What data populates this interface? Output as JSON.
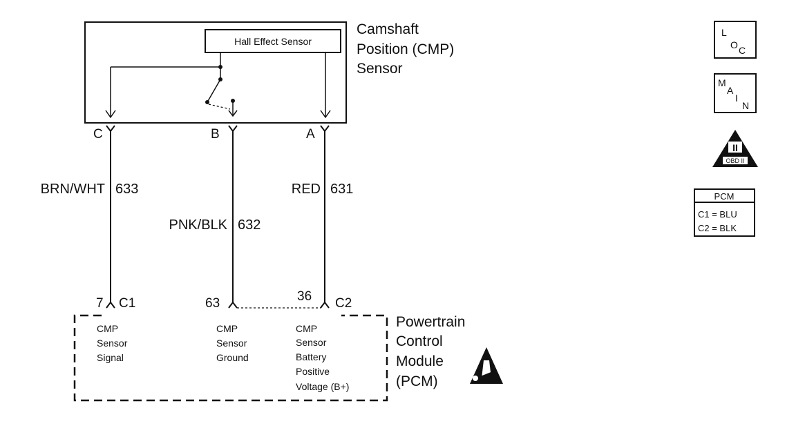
{
  "sensor": {
    "hall_label": "Hall Effect Sensor",
    "title_line1": "Camshaft",
    "title_line2": "Position (CMP)",
    "title_line3": "Sensor",
    "pin_c": "C",
    "pin_b": "B",
    "pin_a": "A"
  },
  "wires": {
    "c_color": "BRN/WHT",
    "c_circuit": "633",
    "b_color": "PNK/BLK",
    "b_circuit": "632",
    "a_color": "RED",
    "a_circuit": "631"
  },
  "pcm": {
    "pin7": "7",
    "conn_c1": "C1",
    "pin63": "63",
    "pin36": "36",
    "conn_c2": "C2",
    "title_line1": "Powertrain",
    "title_line2": "Control",
    "title_line3": "Module",
    "title_line4": "(PCM)",
    "signal_lines": [
      "CMP",
      "Sensor",
      "Signal"
    ],
    "ground_lines": [
      "CMP",
      "Sensor",
      "Ground"
    ],
    "voltage_lines": [
      "CMP",
      "Sensor",
      "Battery",
      "Positive",
      "Voltage (B+)"
    ]
  },
  "sidebar": {
    "loc_l": "L",
    "loc_oc": "O",
    "loc_c": "C",
    "main_m": "M",
    "main_a": "A",
    "main_i": "I",
    "main_n": "N",
    "obd_roman": "II",
    "obd_label": "OBD II",
    "pcm_header": "PCM",
    "pcm_c1": "C1 = BLU",
    "pcm_c2": "C2 = BLK"
  },
  "icons": {
    "esd": "esd-warning-icon"
  }
}
